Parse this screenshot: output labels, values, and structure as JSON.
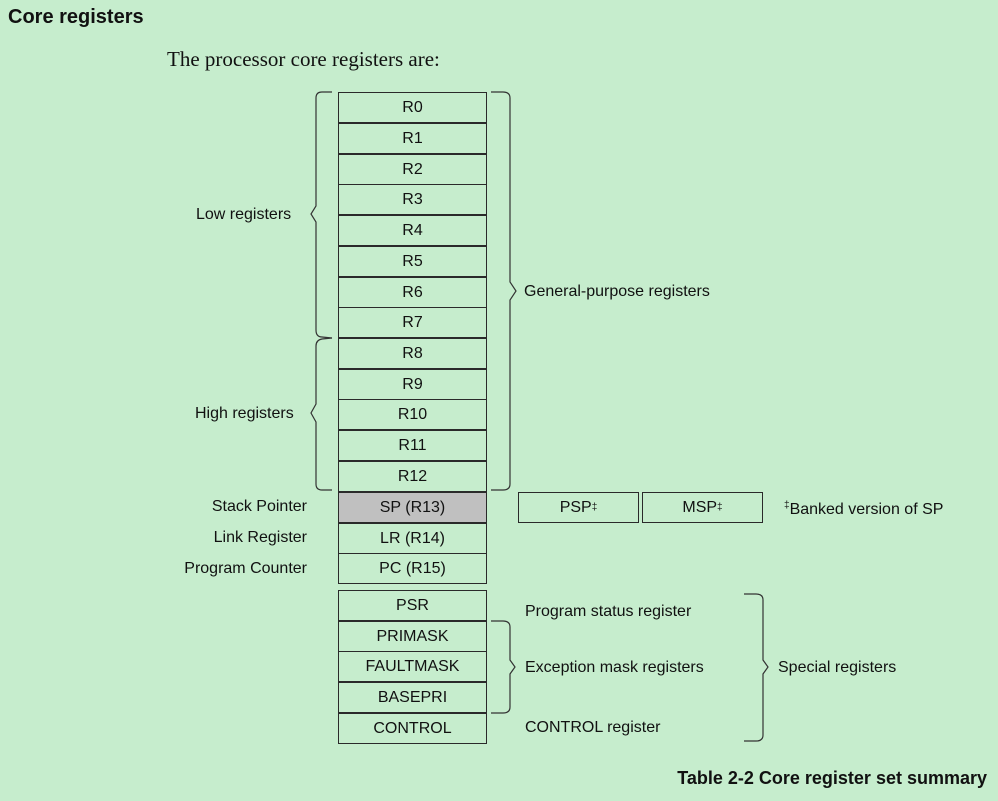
{
  "heading": "Core registers",
  "intro": "The processor core registers are:",
  "general_registers": [
    "R0",
    "R1",
    "R2",
    "R3",
    "R4",
    "R5",
    "R6",
    "R7",
    "R8",
    "R9",
    "R10",
    "R11",
    "R12"
  ],
  "pointer_registers": [
    {
      "label": "Stack Pointer",
      "name": "SP (R13)"
    },
    {
      "label": "Link Register",
      "name": "LR (R14)"
    },
    {
      "label": "Program Counter",
      "name": "PC (R15)"
    }
  ],
  "banked": {
    "psp": "PSP",
    "msp": "MSP",
    "mark": "‡",
    "note": "Banked version of SP"
  },
  "special_registers": [
    "PSR",
    "PRIMASK",
    "FAULTMASK",
    "BASEPRI",
    "CONTROL"
  ],
  "group_labels": {
    "low": "Low registers",
    "high": "High registers",
    "general_purpose": "General-purpose registers",
    "program_status": "Program status register",
    "exception_mask": "Exception mask registers",
    "control": "CONTROL register",
    "special": "Special registers"
  },
  "caption": "Table 2-2 Core register set summary"
}
